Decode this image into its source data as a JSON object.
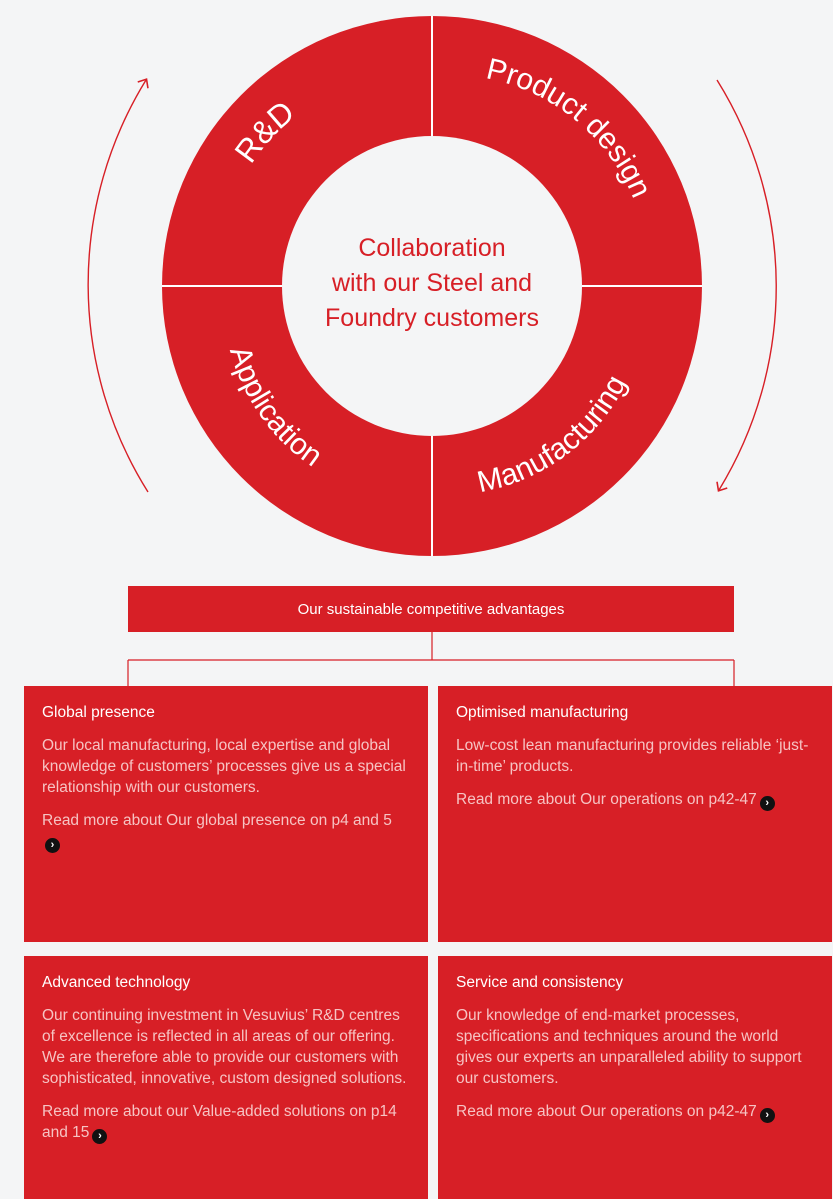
{
  "diagram": {
    "center_lines": [
      "Collaboration",
      "with our Steel and",
      "Foundry customers"
    ],
    "segments": [
      "R&D",
      "Product design",
      "Manufacturing",
      "Application"
    ],
    "colors": {
      "red": "#d71f26",
      "background": "#f4f5f6",
      "white": "#ffffff",
      "muted_text": "#f6c3c3"
    }
  },
  "banner": {
    "label": "Our sustainable competitive advantages"
  },
  "cards": [
    {
      "title": "Global presence",
      "body": "Our local manufacturing, local expertise and global knowledge of customers’ processes give us a special relationship with our customers.",
      "link": "Read more about Our global presence on p4 and 5"
    },
    {
      "title": "Optimised manufacturing",
      "body": "Low-cost lean manufacturing provides reliable ‘just-in-time’ products.",
      "link": "Read more about Our operations on p42-47"
    },
    {
      "title": "Advanced technology",
      "body": "Our continuing investment in Vesuvius’ R&D centres of excellence is reflected in all areas of our offering. We are therefore able to provide our customers with sophisticated, innovative, custom designed solutions.",
      "link": "Read more about our Value-added solutions on p14 and 15"
    },
    {
      "title": "Service and consistency",
      "body": "Our knowledge of end-market processes, specifications and techniques around the world gives our experts an unparalleled ability to support our customers.",
      "link": "Read more about Our operations on p42-47"
    }
  ],
  "icons": {
    "link_arrow": "chevron-right-icon"
  }
}
